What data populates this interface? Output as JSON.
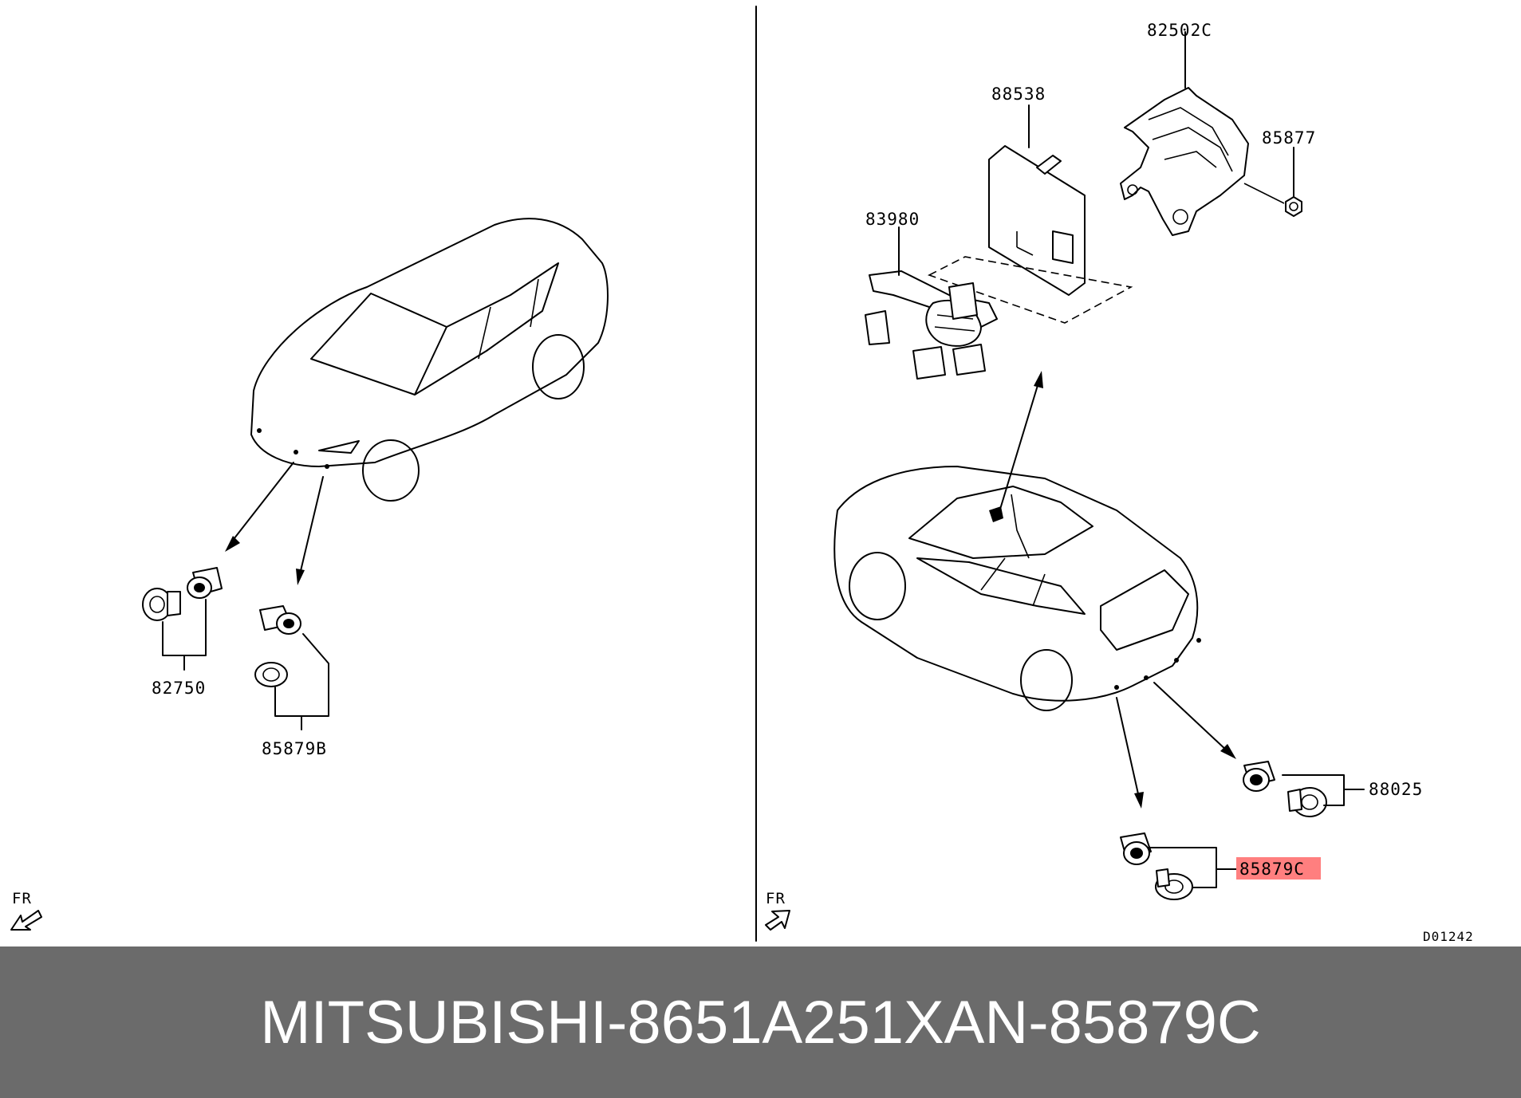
{
  "diagram": {
    "left_panel": {
      "callouts": [
        "82750",
        "85879B"
      ],
      "direction": "FR"
    },
    "right_panel": {
      "callouts": [
        "82502C",
        "88538",
        "85877",
        "83980",
        "88025",
        "85879C"
      ],
      "highlighted_callout": "85879C",
      "direction": "FR",
      "drawing_code": "D01242"
    },
    "highlight_color": "#ff7f7f"
  },
  "caption": {
    "brand": "MITSUBISHI",
    "separator": "-",
    "part_number": "8651A251XA",
    "ref_prefix": "N",
    "ref_separator": "-",
    "ref_number": "85879C"
  }
}
